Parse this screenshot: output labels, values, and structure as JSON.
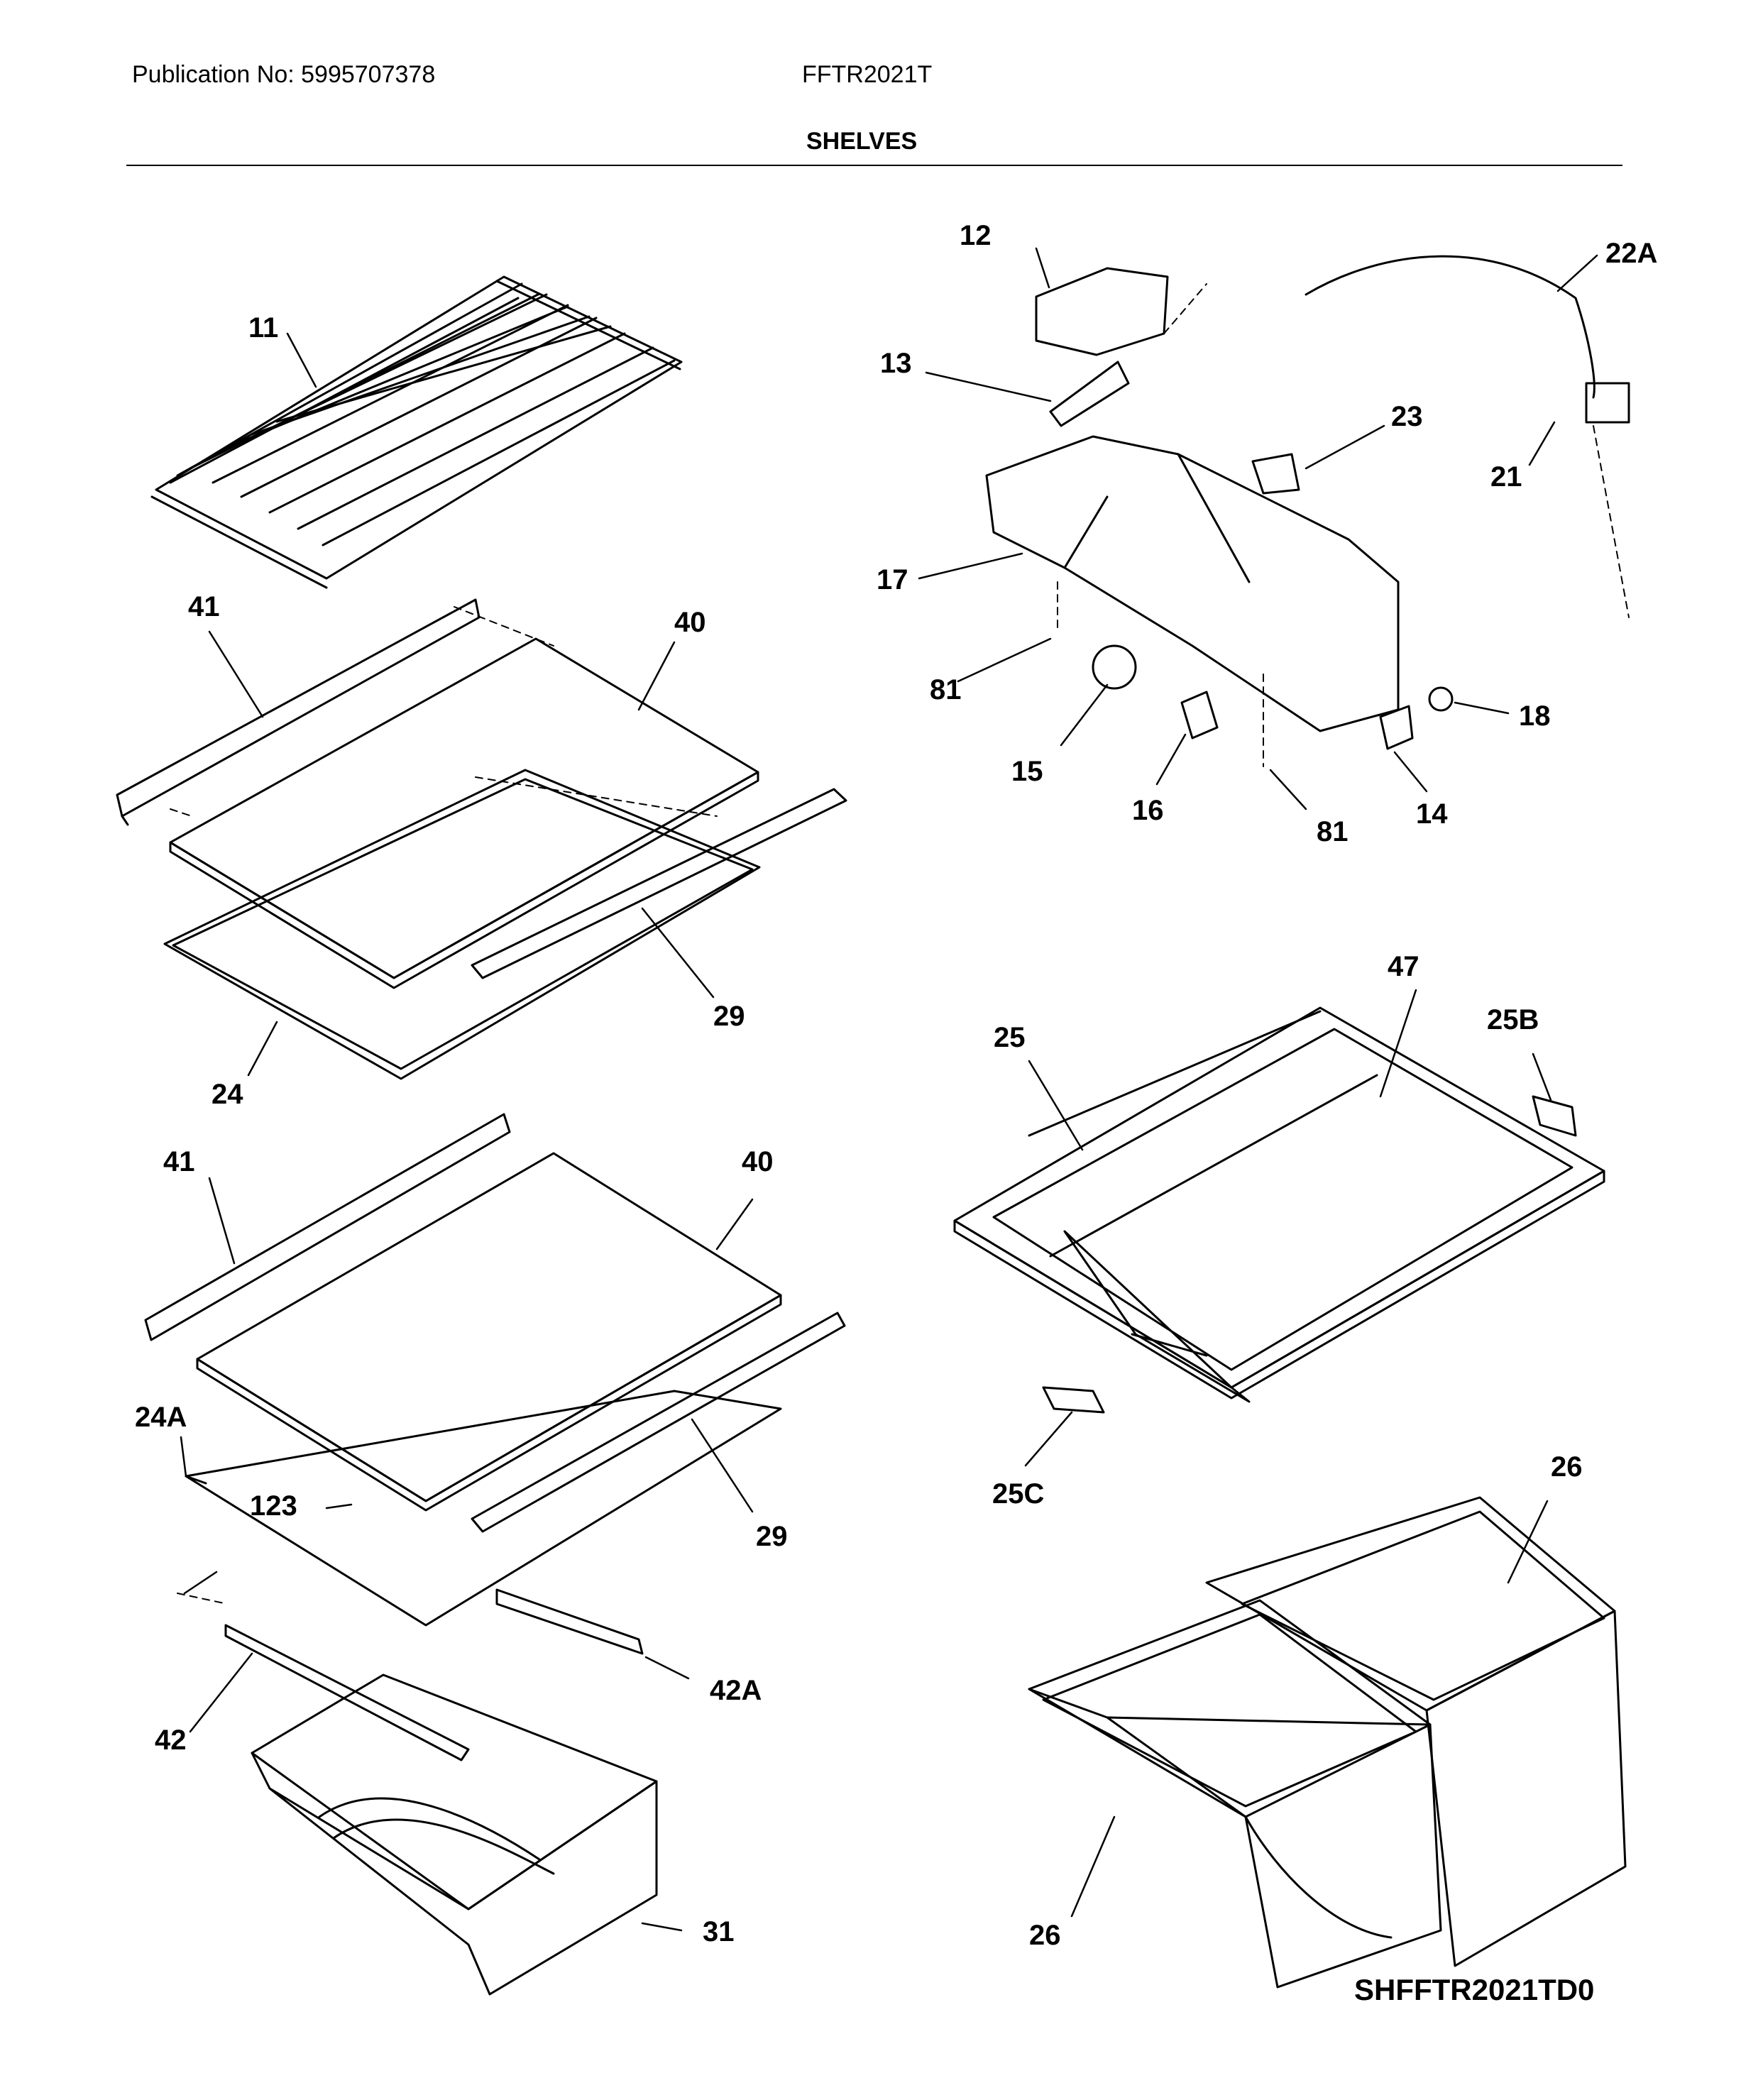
{
  "header": {
    "publication": "Publication No: 5995707378",
    "model": "FFTR2021T",
    "section_title": "SHELVES"
  },
  "diagram_code": "SHFFTR2021TD0",
  "callouts": {
    "c11": "11",
    "c41a": "41",
    "c40a": "40",
    "c29a": "29",
    "c24": "24",
    "c41b": "41",
    "c40b": "40",
    "c24A": "24A",
    "c123": "123",
    "c29b": "29",
    "c42A": "42A",
    "c42": "42",
    "c31": "31",
    "c12": "12",
    "c13": "13",
    "c22A": "22A",
    "c23": "23",
    "c21": "21",
    "c17": "17",
    "c81a": "81",
    "c15": "15",
    "c16": "16",
    "c81b": "81",
    "c14": "14",
    "c18": "18",
    "c47": "47",
    "c25": "25",
    "c25B": "25B",
    "c25C": "25C",
    "c26a": "26",
    "c26b": "26"
  }
}
